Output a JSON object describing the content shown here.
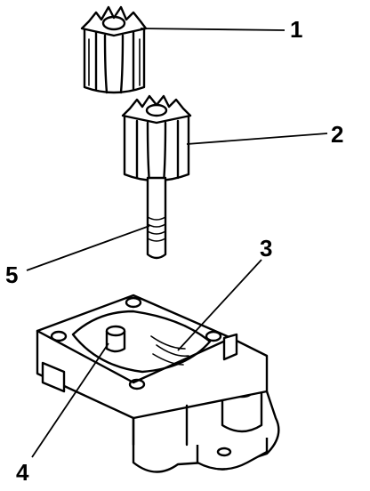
{
  "callouts": [
    {
      "id": "1",
      "text": "1"
    },
    {
      "id": "2",
      "text": "2"
    },
    {
      "id": "3",
      "text": "3"
    },
    {
      "id": "4",
      "text": "4"
    },
    {
      "id": "5",
      "text": "5"
    }
  ]
}
